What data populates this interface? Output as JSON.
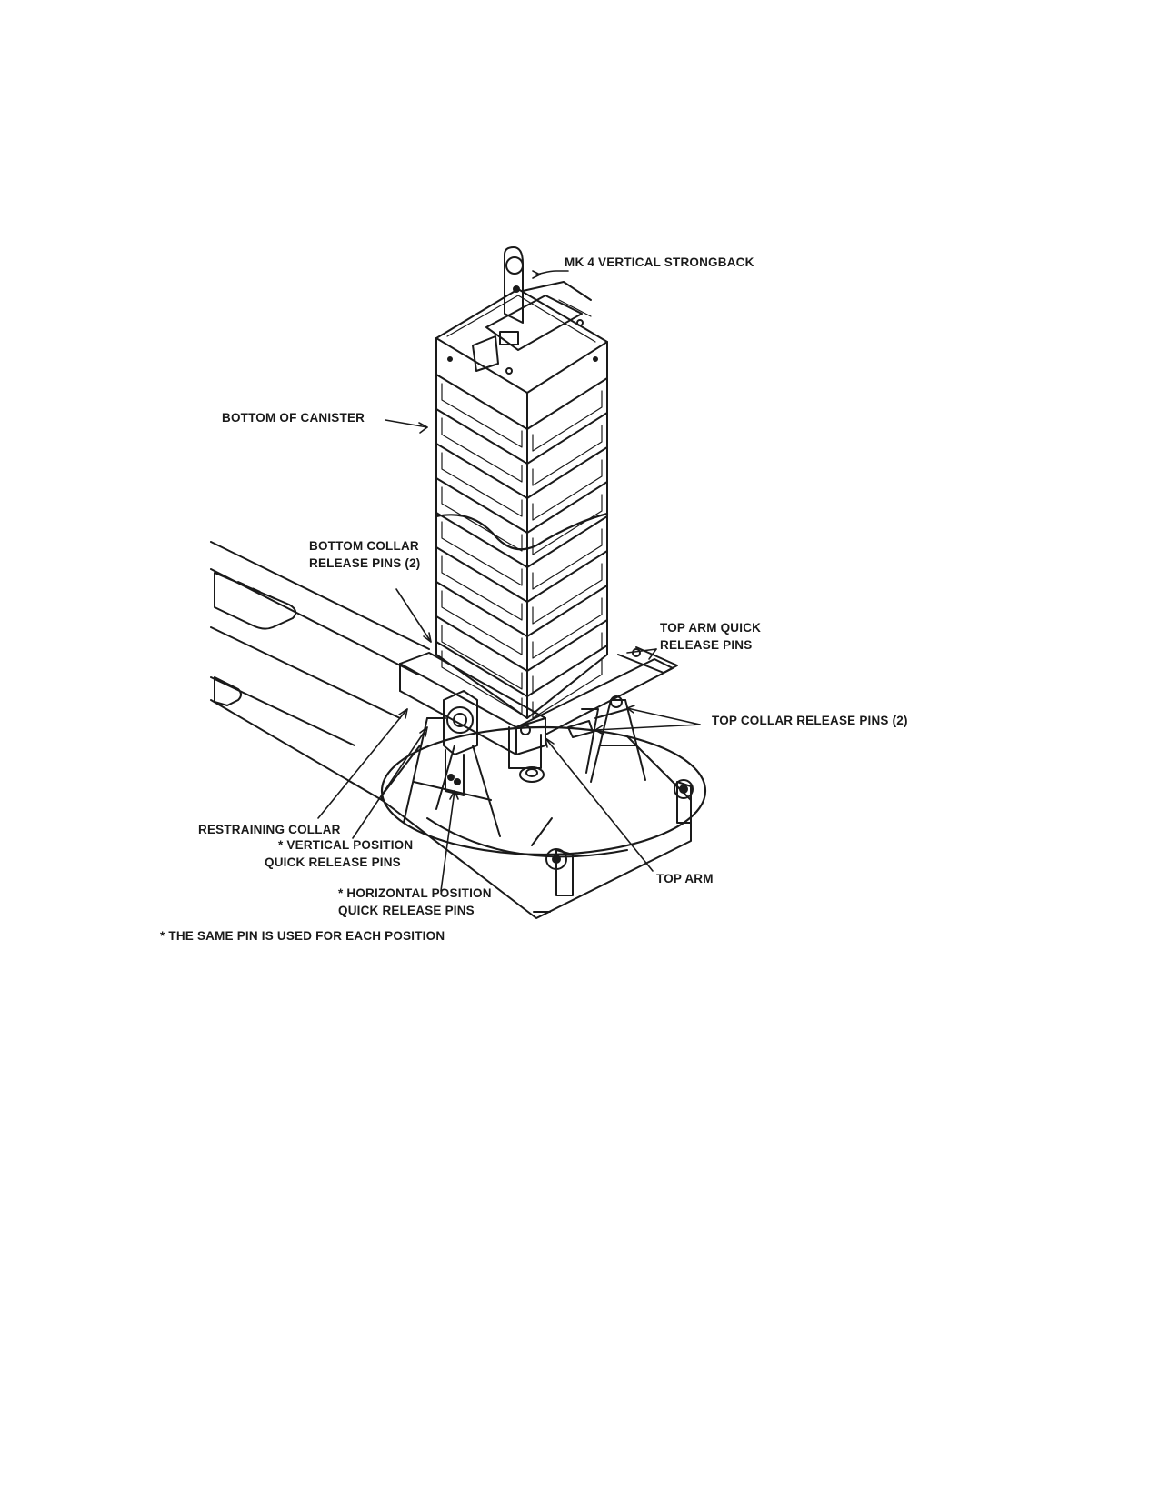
{
  "diagram": {
    "labels": {
      "strongback": "MK 4 VERTICAL STRONGBACK",
      "bottom_of_canister": "BOTTOM OF CANISTER",
      "bottom_collar_pins_line1": "BOTTOM COLLAR",
      "bottom_collar_pins_line2": "RELEASE PINS (2)",
      "top_arm_pins_line1": "TOP ARM QUICK",
      "top_arm_pins_line2": "RELEASE PINS",
      "top_collar_pins": "TOP COLLAR RELEASE PINS (2)",
      "restraining_collar": "RESTRAINING COLLAR",
      "vertical_pins_line1": "* VERTICAL POSITION",
      "vertical_pins_line2": "QUICK RELEASE PINS",
      "horizontal_pins_line1": "* HORIZONTAL POSITION",
      "horizontal_pins_line2": "QUICK RELEASE PINS",
      "top_arm": "TOP ARM",
      "footnote": "* THE SAME PIN IS USED FOR EACH POSITION"
    }
  }
}
